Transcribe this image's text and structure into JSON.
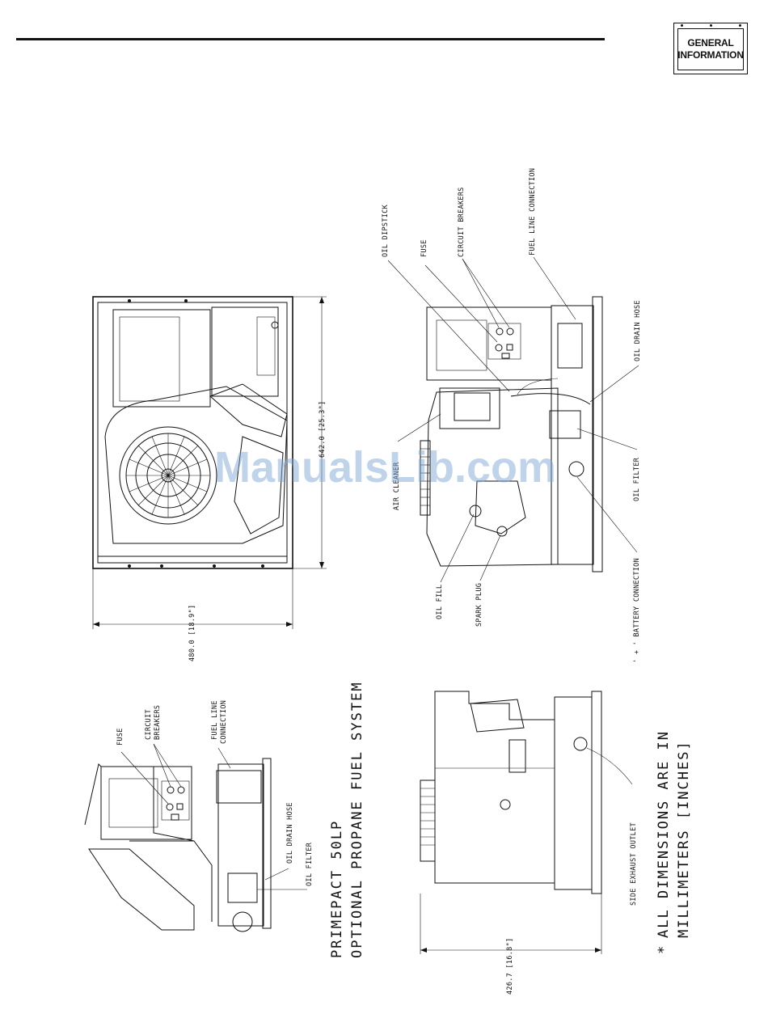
{
  "badge": {
    "line1": "GENERAL",
    "line2": "INFORMATION"
  },
  "watermark": "ManualsLib.com",
  "top_view": {
    "dim_length": "642.0 [25.3\"]",
    "dim_width": "480.0 [18.9\"]"
  },
  "right_view": {
    "labels": {
      "oil_dipstick": "OIL DIPSTICK",
      "fuse": "FUSE",
      "circuit_breakers": "CIRCUIT BREAKERS",
      "fuel_line_connection": "FUEL LINE CONNECTION",
      "oil_drain_hose": "OIL DRAIN HOSE",
      "air_cleaner": "AIR CLEANER",
      "oil_filter": "OIL FILTER",
      "oil_fill": "OIL FILL",
      "spark_plug": "SPARK PLUG",
      "battery_connection": "' + ' BATTERY CONNECTION"
    }
  },
  "lp_view": {
    "labels": {
      "fuse": "FUSE",
      "circuit_line1": "CIRCUIT",
      "circuit_line2": "BREAKERS",
      "fuel_line1": "FUEL LINE",
      "fuel_line2": "CONNECTION",
      "oil_drain_hose": "OIL DRAIN HOSE",
      "oil_filter": "OIL FILTER"
    },
    "title_line1": "PRIMEPACT 50LP",
    "title_line2": "OPTIONAL PROPANE FUEL SYSTEM"
  },
  "end_view": {
    "side_exhaust_outlet": "SIDE EXHAUST OUTLET",
    "dim_width": "426.7 [16.8\"]"
  },
  "note": {
    "asterisk": "*",
    "line1": "ALL DIMENSIONS ARE IN",
    "line2": "MILLIMETERS [INCHES]"
  }
}
